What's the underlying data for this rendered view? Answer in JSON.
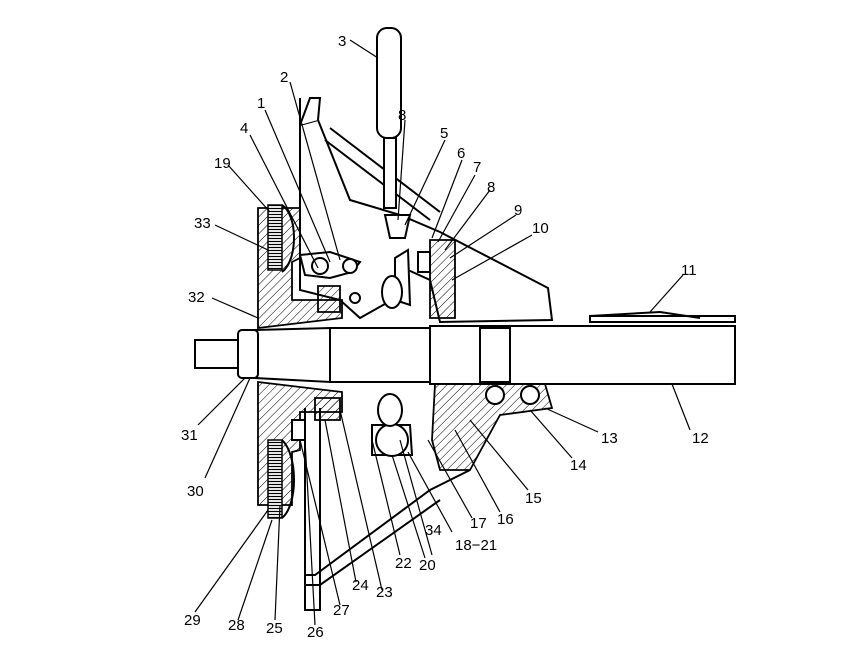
{
  "diagram": {
    "callouts": [
      "1",
      "2",
      "3",
      "4",
      "5",
      "6",
      "7",
      "8",
      "8",
      "9",
      "10",
      "11",
      "12",
      "13",
      "14",
      "15",
      "16",
      "17",
      "18−21",
      "19",
      "20",
      "22",
      "23",
      "24",
      "25",
      "26",
      "27",
      "28",
      "29",
      "30",
      "31",
      "32",
      "33",
      "34"
    ]
  }
}
